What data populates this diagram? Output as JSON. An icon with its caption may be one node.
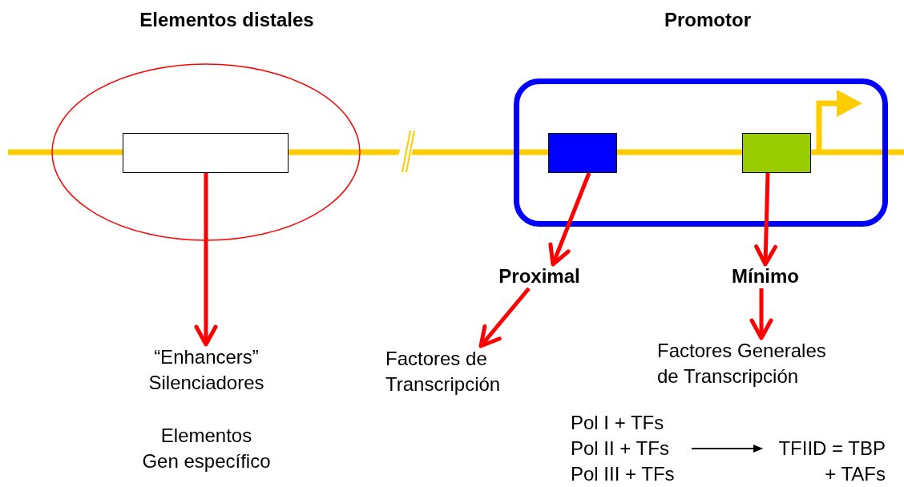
{
  "diagram": {
    "nodes": [
      {
        "text": [],
        "shape": "ellipse"
      },
      {
        "text": [],
        "shape": "box",
        "in": 0
      },
      {
        "text": [
          "“Enhancers” Silenciadores",
          "Elementos Gen específico"
        ]
      },
      {
        "text": [],
        "shape": "box"
      },
      {
        "text": [],
        "shape": "box",
        "in": 3
      },
      {
        "text": [],
        "shape": "box",
        "in": 3
      },
      {
        "text": [
          "Proximal"
        ]
      },
      {
        "text": [
          "Mínimo"
        ]
      },
      {
        "text": [
          "Factores de Transcripción"
        ]
      },
      {
        "text": [
          "Factores Generales de Transcripción"
        ]
      },
      {
        "text": [
          "Pol I + TFs"
        ]
      },
      {
        "text": [
          "Pol II + TFs"
        ]
      },
      {
        "text": [
          "Pol III + TFs"
        ]
      },
      {
        "text": [
          "TFIID = TBP + TAFs"
        ]
      }
    ],
    "edges": [
      {
        "from": 1,
        "to": 2,
        "arrow": "to"
      },
      {
        "from": 4,
        "to": 6,
        "arrow": "to"
      },
      {
        "from": 5,
        "to": 7,
        "arrow": "to"
      },
      {
        "from": 6,
        "to": 8,
        "arrow": "to"
      },
      {
        "from": 7,
        "to": 9,
        "arrow": "to"
      },
      {
        "from": 11,
        "to": 13,
        "arrow": "to",
        "color": "#000000"
      }
    ],
    "labels": [
      "Elementos distales",
      "Promotor"
    ]
  }
}
